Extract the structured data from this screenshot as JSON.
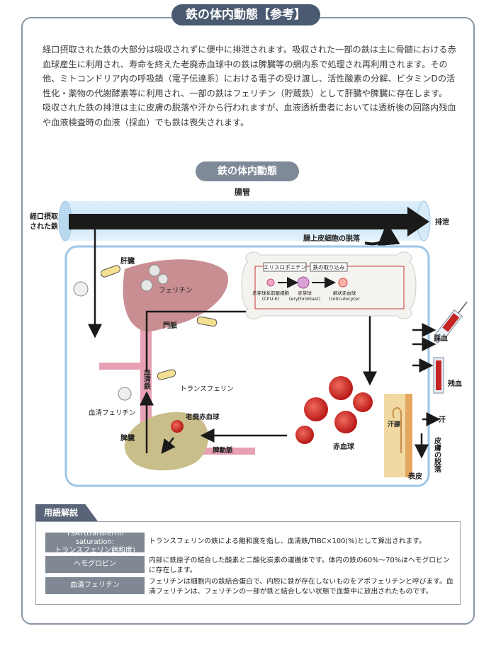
{
  "title": "鉄の体内動態【参考】",
  "intro": [
    "経口摂取された鉄の大部分は吸収されずに便中に排泄されます。吸収された一部の鉄は主に骨髄における赤血球産生に利用され、寿命を終えた老廃赤血球中の鉄は脾臓等の網内系で処理され再利用されます。その他、ミトコンドリア内の呼吸鎖（電子伝達系）における電子の受け渡し、活性酸素の分解、ビタミンDの活性化・薬物の代謝酵素等に利用され、一部の鉄はフェリチン（貯蔵鉄）として肝臓や脾臓に存在します。",
    "吸収された鉄の排泄は主に皮膚の脱落や汗から行われますが、血液透析患者においては透析後の回路内残血や血液検査時の血液（採血）でも鉄は喪失されます。"
  ],
  "diagram": {
    "title": "鉄の体内動態",
    "intestine": "腸管",
    "oral_iron_1": "経口摂取",
    "oral_iron_2": "された鉄",
    "excretion": "排泄",
    "epithelium_shedding": "腸上皮細胞の脱落",
    "liver": "肝臓",
    "ferritin": "フェリチン",
    "portal_vein": "門脈",
    "serum_iron": "血清鉄",
    "transferrin": "トランスフェリン",
    "serum_ferritin": "血清フェリチン",
    "spleen": "脾臓",
    "senescent_rbc": "老廃赤血球",
    "splenic_artery": "脾動脈",
    "rbc": "赤血球",
    "erythropoietin": "エリスロポエチン",
    "iron_uptake": "鉄の取り込み",
    "cfue_1": "赤芽球系前駆細胞",
    "cfue_2": "(CFU-E)",
    "erythroblast_1": "赤芽球",
    "erythroblast_2": "(erythroblast)",
    "reticulocyte_1": "網状赤血球",
    "reticulocyte_2": "(reticulocyte)",
    "blood_sampling": "採血",
    "residual_blood": "残血",
    "sweat_gland": "汗腺",
    "sweat": "汗",
    "skin_shedding": "皮膚の脱落",
    "epidermis": "表皮"
  },
  "glossary": {
    "heading": "用語解説",
    "items": [
      {
        "term_1": "TSAT(transferrin saturation:",
        "term_2": "トランスフェリン飽和度)",
        "definition": "トランスフェリンの鉄による飽和度を指し、血清鉄/TIBC×100(%)として算出されます。"
      },
      {
        "term_1": "ヘモグロビン",
        "term_2": "",
        "definition": "内部に鉄原子の結合した酸素と二酸化炭素の運搬体です。体内の鉄の60%～70%はヘモグロビンに存在します。"
      },
      {
        "term_1": "血清フェリチン",
        "term_2": "",
        "definition": "フェリチンは細胞内の鉄結合蛋白で、内腔に鉄が存在しないものをアポフェリチンと呼びます。血清フェリチンは、フェリチンの一部が鉄と結合しない状態で血漿中に放出されたものです。"
      }
    ]
  },
  "colors": {
    "accent_dark": "#4a5a70",
    "pill_gray": "#7f8a99",
    "vessel_pink": "#e8a0b4",
    "liver": "#c98e92",
    "spleen": "#c9be8a",
    "rbc_red": "#d92e2e",
    "body_border": "#9cc6e8"
  }
}
